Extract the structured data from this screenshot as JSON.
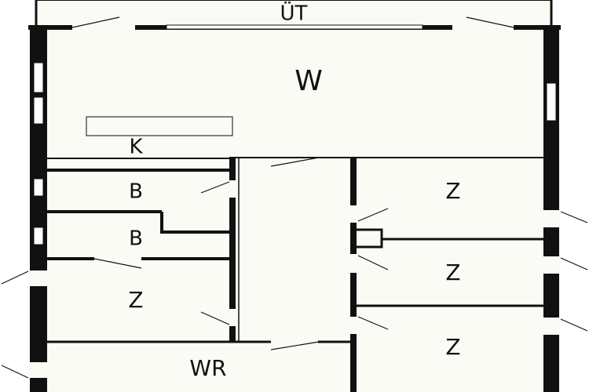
{
  "colors": {
    "wall": "#111111",
    "floor": "#fbfbf6",
    "window": "#ffffff",
    "background": "#ffffff"
  },
  "rooms": {
    "balcony": "ÜT",
    "living": "W",
    "kitchen": "K",
    "bath_1": "B",
    "bath_2": "B",
    "room_left": "Z",
    "room_right_1": "Z",
    "room_right_2": "Z",
    "room_right_3": "Z",
    "wc": "WR"
  }
}
